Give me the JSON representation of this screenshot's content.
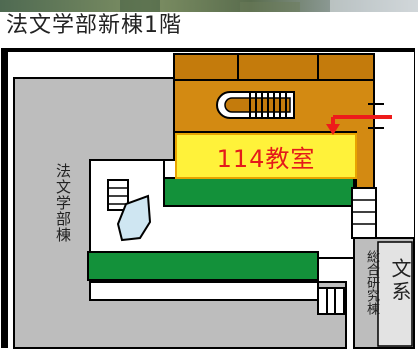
{
  "title": "法文学部新棟1階",
  "building_label": "法文学部棟",
  "room_label": "114教室",
  "complex_label_small": "総合研究棟",
  "complex_label_large": "文系",
  "colors": {
    "highlight_room": "#fff23a",
    "highlight_room_border": "#e8a400",
    "corridor_orange": "#d38a12",
    "stair_band": "#c47b0c",
    "green_block": "#13913a",
    "gray_block": "#bdbdbd",
    "arrow": "#ee1b1b",
    "text_red": "#e41a1a",
    "water": "#cfe6f2"
  },
  "icons": {
    "stairs": "stairs-icon",
    "toilet": "toilet-icon",
    "arrow": "entrance-arrow-icon"
  }
}
